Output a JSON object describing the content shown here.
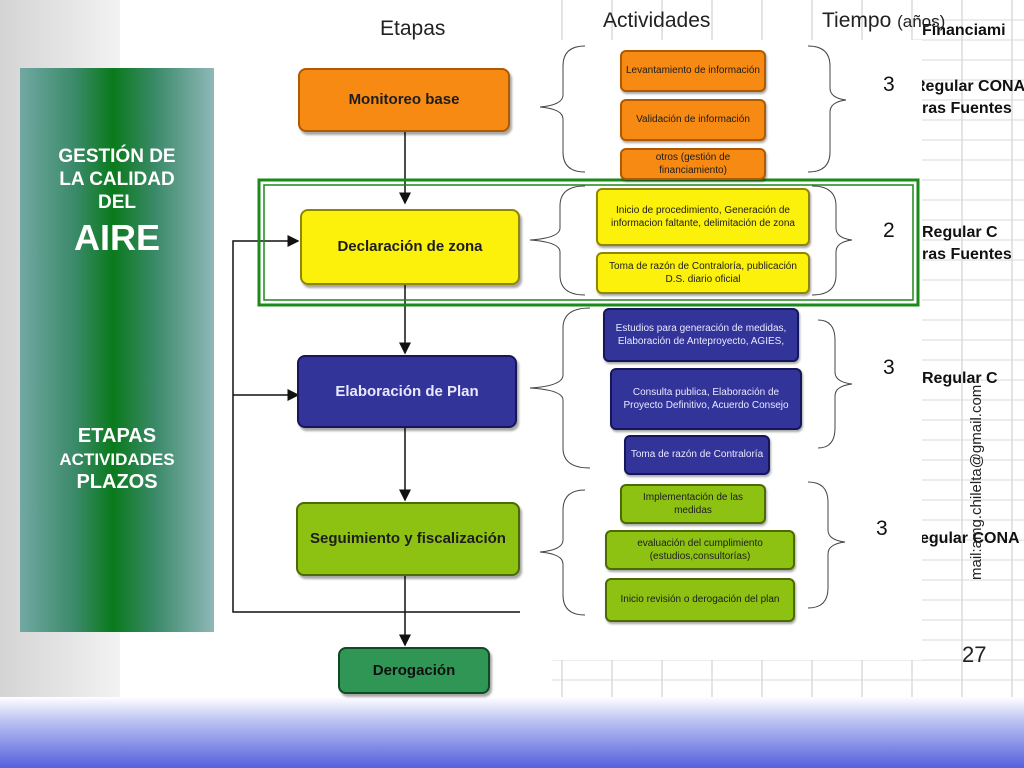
{
  "sidebar": {
    "title_line1": "GESTIÓN DE",
    "title_line2": "LA CALIDAD",
    "title_line3": "DEL",
    "title_line4": "AIRE",
    "sub_line1": "ETAPAS",
    "sub_line2": "ACTIVIDADES",
    "sub_line3": "PLAZOS"
  },
  "headers": {
    "etapas": "Etapas",
    "actividades": "Actividades",
    "tiempo": "Tiempo",
    "tiempo_unit": "(años)"
  },
  "spreadsheet_text": [
    "Financiami",
    "Regular CONA",
    "ras Fuentes",
    "Regular C",
    "ras Fuentes",
    "Regular C",
    "egular CONA"
  ],
  "stages": [
    {
      "label": "Monitoreo base",
      "color": "#f68a12"
    },
    {
      "label": "Declaración de zona",
      "color": "#fbf10a"
    },
    {
      "label": "Elaboración de Plan",
      "color": "#33349a"
    },
    {
      "label": "Seguimiento y fiscalización",
      "color": "#8ec212"
    },
    {
      "label": "Derogación",
      "color": "#2f9656"
    }
  ],
  "activities": {
    "monitoreo": [
      "Levantamiento de información",
      "Validación de información",
      "otros (gestión de financiamiento)"
    ],
    "declaracion": [
      "Inicio de procedimiento, Generación de informacion faltante, delimitación de zona",
      "Toma de razón de Contraloría, publicación D.S. diario oficial"
    ],
    "elaboracion": [
      "Estudios para generación de medidas, Elaboración de Anteproyecto, AGIES,",
      "Consulta publica, Elaboración de Proyecto Definitivo, Acuerdo Consejo",
      "Toma de razón de Contraloría"
    ],
    "seguimiento": [
      "Implementación de las medidas",
      "evaluación del cumplimiento (estudios,consultorías)",
      "Inicio revisión o derogación del plan"
    ]
  },
  "times": [
    "3",
    "2",
    "3",
    "3"
  ],
  "highlight_color": "#1a8a1a",
  "email": "mail:amg.chilelta@gmail.com",
  "page_number": "27"
}
